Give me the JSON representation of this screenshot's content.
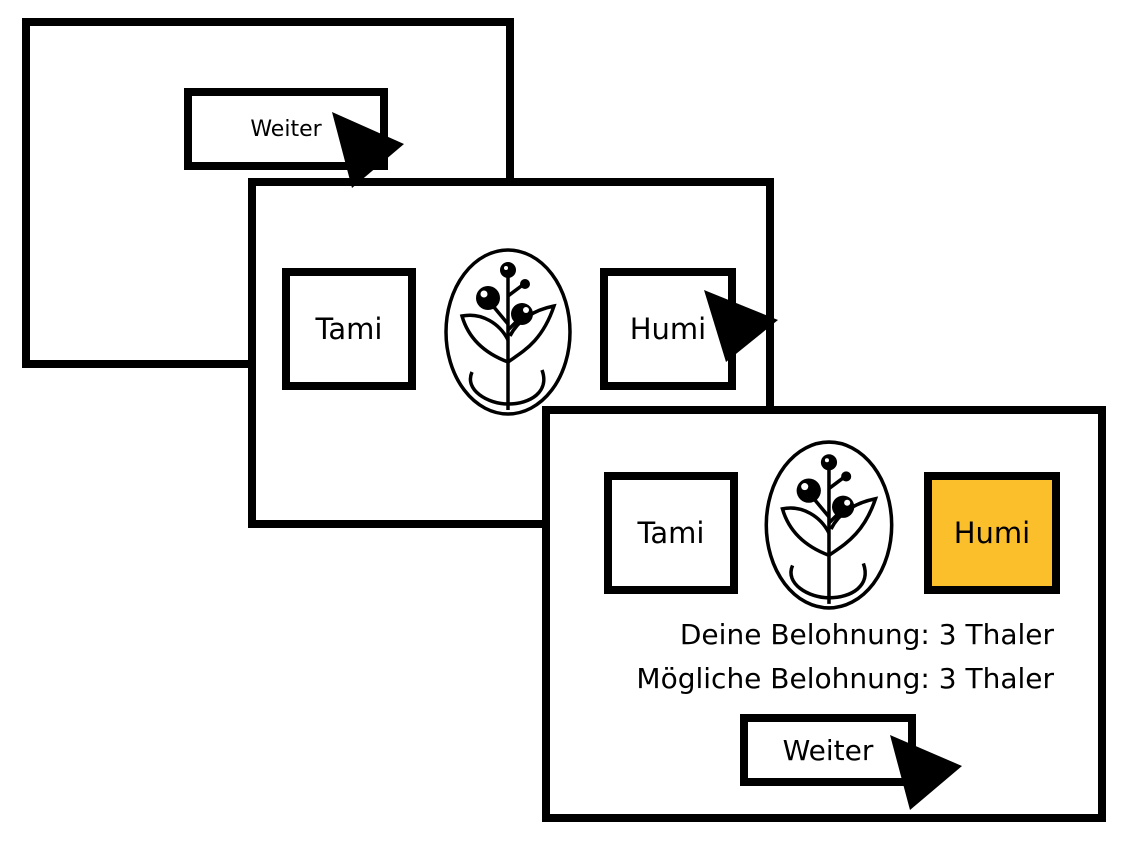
{
  "screens": [
    {
      "name": "start-screen",
      "continue_button": "Weiter"
    },
    {
      "name": "choice-screen",
      "options": [
        "Tami",
        "Humi"
      ],
      "stimulus_icon": "plant-icon"
    },
    {
      "name": "feedback-screen",
      "options": [
        "Tami",
        "Humi"
      ],
      "selected_option": "Humi",
      "stimulus_icon": "plant-icon",
      "your_reward": "Deine Belohnung: 3 Thaler",
      "possible_reward": "Mögliche Belohnung: 3 Thaler",
      "continue_button": "Weiter"
    }
  ],
  "colors": {
    "selected": "#fbbf2c",
    "border": "#000000",
    "background": "#ffffff"
  },
  "icons": {
    "cursor": "cursor-arrow-icon",
    "stimulus": "plant-icon"
  }
}
